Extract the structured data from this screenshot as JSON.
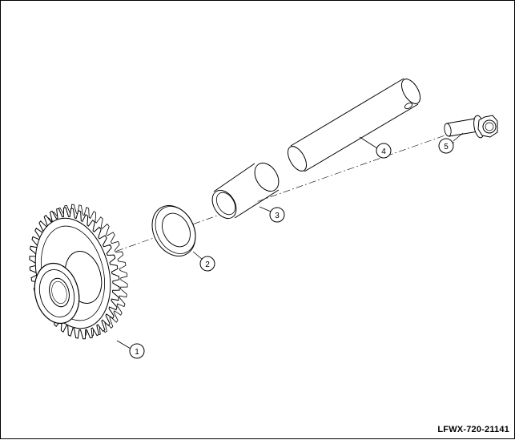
{
  "figure": {
    "code": "LFWX-720-21141"
  },
  "callouts": [
    {
      "part": "gear",
      "label": "1"
    },
    {
      "part": "thrust-washer",
      "label": "2"
    },
    {
      "part": "bushing",
      "label": "3"
    },
    {
      "part": "shaft",
      "label": "4"
    },
    {
      "part": "bolt",
      "label": "5"
    }
  ]
}
